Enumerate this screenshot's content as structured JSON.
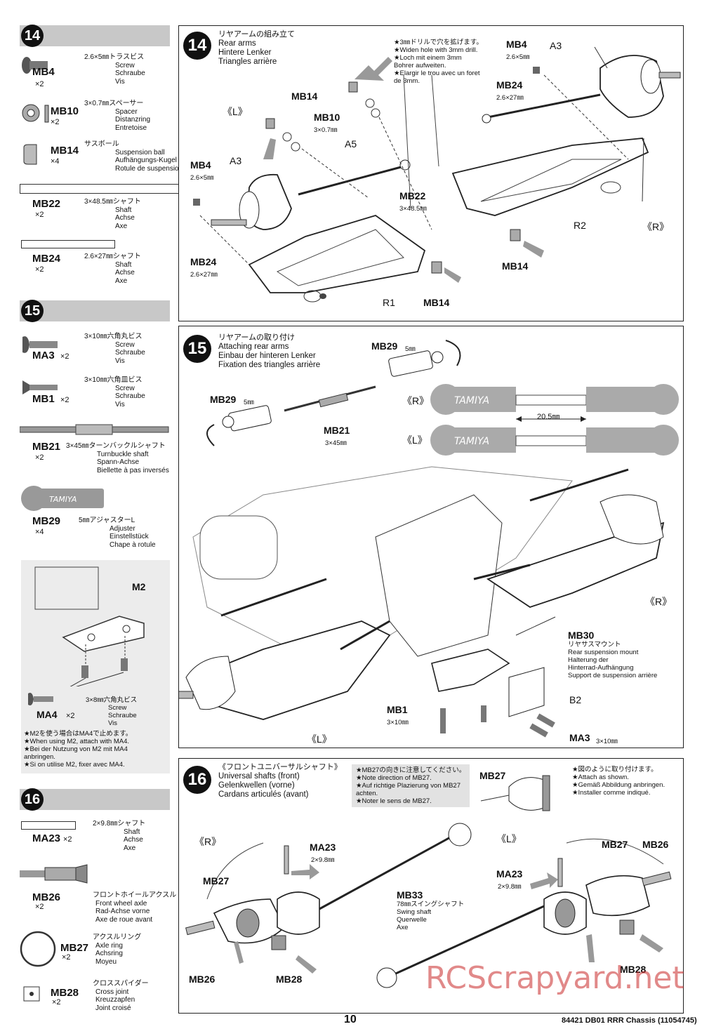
{
  "page_number": "10",
  "footer": "84421  DB01 RRR Chassis (11054745)",
  "watermark": "RCScrapyard.net",
  "left": {
    "step14": {
      "number": "14",
      "parts": [
        {
          "code": "MB4",
          "qty": "×2",
          "jp": "2.6×5㎜トラスビス",
          "lines": [
            "Screw",
            "Schraube",
            "Vis"
          ]
        },
        {
          "code": "MB10",
          "qty": "×2",
          "jp": "3×0.7㎜スペーサー",
          "lines": [
            "Spacer",
            "Distanzring",
            "Entretoise"
          ]
        },
        {
          "code": "MB14",
          "qty": "×4",
          "jp": "サスボール",
          "lines": [
            "Suspension ball",
            "Aufhängungs-Kugel",
            "Rotule de suspension"
          ]
        },
        {
          "code": "MB22",
          "qty": "×2",
          "jp": "3×48.5㎜シャフト",
          "lines": [
            "Shaft",
            "Achse",
            "Axe"
          ]
        },
        {
          "code": "MB24",
          "qty": "×2",
          "jp": "2.6×27㎜シャフト",
          "lines": [
            "Shaft",
            "Achse",
            "Axe"
          ]
        }
      ]
    },
    "step15": {
      "number": "15",
      "parts": [
        {
          "code": "MA3",
          "qty": "×2",
          "jp": "3×10㎜六角丸ビス",
          "lines": [
            "Screw",
            "Schraube",
            "Vis"
          ]
        },
        {
          "code": "MB1",
          "qty": "×2",
          "jp": "3×10㎜六角皿ビス",
          "lines": [
            "Screw",
            "Schraube",
            "Vis"
          ]
        },
        {
          "code": "MB21",
          "qty": "×2",
          "jp": "3×45㎜ターンバックルシャフト",
          "lines": [
            "Turnbuckle shaft",
            "Spann-Achse",
            "Biellette à pas inversés"
          ]
        },
        {
          "code": "MB29",
          "qty": "×4",
          "jp": "5㎜アジャスターL",
          "lines": [
            "Adjuster",
            "Einstellstück",
            "Chape à rotule"
          ]
        }
      ],
      "inset_label": "M2",
      "ma4": {
        "code": "MA4",
        "qty": "×2",
        "jp": "3×8㎜六角丸ビス",
        "lines": [
          "Screw",
          "Schraube",
          "Vis"
        ]
      },
      "ma4_note": [
        "★M2を使う場合はMA4で止めます。",
        "★When using M2, attach with MA4.",
        "★Bei der Nutzung von M2 mit MA4",
        "anbringen.",
        "★Si on utilise M2, fixer avec MA4."
      ]
    },
    "step16": {
      "number": "16",
      "parts": [
        {
          "code": "MA23",
          "qty": "×2",
          "jp": "2×9.8㎜シャフト",
          "lines": [
            "Shaft",
            "Achse",
            "Axe"
          ]
        },
        {
          "code": "MB26",
          "qty": "×2",
          "jp": "フロントホイールアクスル",
          "lines": [
            "Front wheel axle",
            "Rad-Achse vorne",
            "Axe de roue avant"
          ]
        },
        {
          "code": "MB27",
          "qty": "×2",
          "jp": "アクスルリング",
          "lines": [
            "Axle ring",
            "Achsring",
            "Moyeu"
          ]
        },
        {
          "code": "MB28",
          "qty": "×2",
          "jp": "クロススパイダー",
          "lines": [
            "Cross joint",
            "Kreuzzapfen",
            "Joint croisé"
          ]
        }
      ]
    }
  },
  "panel14": {
    "number": "14",
    "title": [
      "リヤアームの組み立て",
      "Rear arms",
      "Hintere Lenker",
      "Triangles arrière"
    ],
    "drill_note": [
      "★3㎜ドリルで穴を拡げます。",
      "★Widen hole with 3mm drill.",
      "★Loch mit einem 3mm",
      "Bohrer aufweiten.",
      "★Elargir le trou avec un foret",
      "de 3mm."
    ],
    "labels": {
      "left_side": "《L》",
      "right_side": "《R》",
      "mb14a": "MB14",
      "mb10": "MB10",
      "mb10_size": "3×0.7㎜",
      "a5": "A5",
      "mb4": "MB4",
      "mb4_size": "2.6×5㎜",
      "a3": "A3",
      "mb22": "MB22",
      "mb22_size": "3×48.5㎜",
      "mb24": "MB24",
      "mb24_size": "2.6×27㎜",
      "r1": "R1",
      "mb14b": "MB14",
      "mb4r": "MB4",
      "mb4r_size": "2.6×5㎜",
      "a3r": "A3",
      "mb24r": "MB24",
      "mb24r_size": "2.6×27㎜",
      "r2": "R2",
      "mb14r": "MB14"
    }
  },
  "panel15": {
    "number": "15",
    "title": [
      "リヤアームの取り付け",
      "Attaching rear arms",
      "Einbau der hinteren Lenker",
      "Fixation des triangles arrière"
    ],
    "labels": {
      "mb29a": "MB29",
      "mb29a_size": "5㎜",
      "mb29b": "MB29",
      "mb29b_size": "5㎜",
      "mb21": "MB21",
      "mb21_size": "3×45㎜",
      "r_side": "《R》",
      "l_side": "《L》",
      "dim": "20.5㎜",
      "r_side2": "《R》",
      "l_side2": "《L》",
      "mb1": "MB1",
      "mb1_size": "3×10㎜",
      "b2": "B2",
      "ma3": "MA3",
      "ma3_size": "3×10㎜",
      "brand": "TAMIYA"
    },
    "mb30": [
      "MB30",
      "リヤサスマウント",
      "Rear suspension mount",
      "Halterung der",
      "Hinterrad-Aufhängung",
      "Support de suspension arrière"
    ]
  },
  "panel16": {
    "number": "16",
    "title": [
      "《フロントユニバーサルシャフト》",
      "Universal shafts (front)",
      "Gelenkwellen (vorne)",
      "Cardans articulés (avant)"
    ],
    "note1": [
      "★MB27の向きに注意してください。",
      "★Note direction of MB27.",
      "★Auf richtige Plazierung von MB27",
      "achten.",
      "★Noter le sens de MB27."
    ],
    "note2_label": "MB27",
    "note2": [
      "★図のように取り付けます。",
      "★Attach as shown.",
      "★Gemäß Abbildung anbringen.",
      "★Installer comme indiqué."
    ],
    "labels": {
      "r_side": "《R》",
      "l_side": "《L》",
      "ma23": "MA23",
      "ma23_size": "2×9.8㎜",
      "mb27": "MB27",
      "mb26": "MB26",
      "mb28": "MB28",
      "ma23l": "MA23",
      "ma23l_size": "2×9.8㎜",
      "mb27l": "MB27",
      "mb26l": "MB26",
      "mb28l": "MB28"
    },
    "mb33": [
      "MB33",
      "78㎜スイングシャフト",
      "Swing shaft",
      "Querwelle",
      "Axe"
    ]
  }
}
